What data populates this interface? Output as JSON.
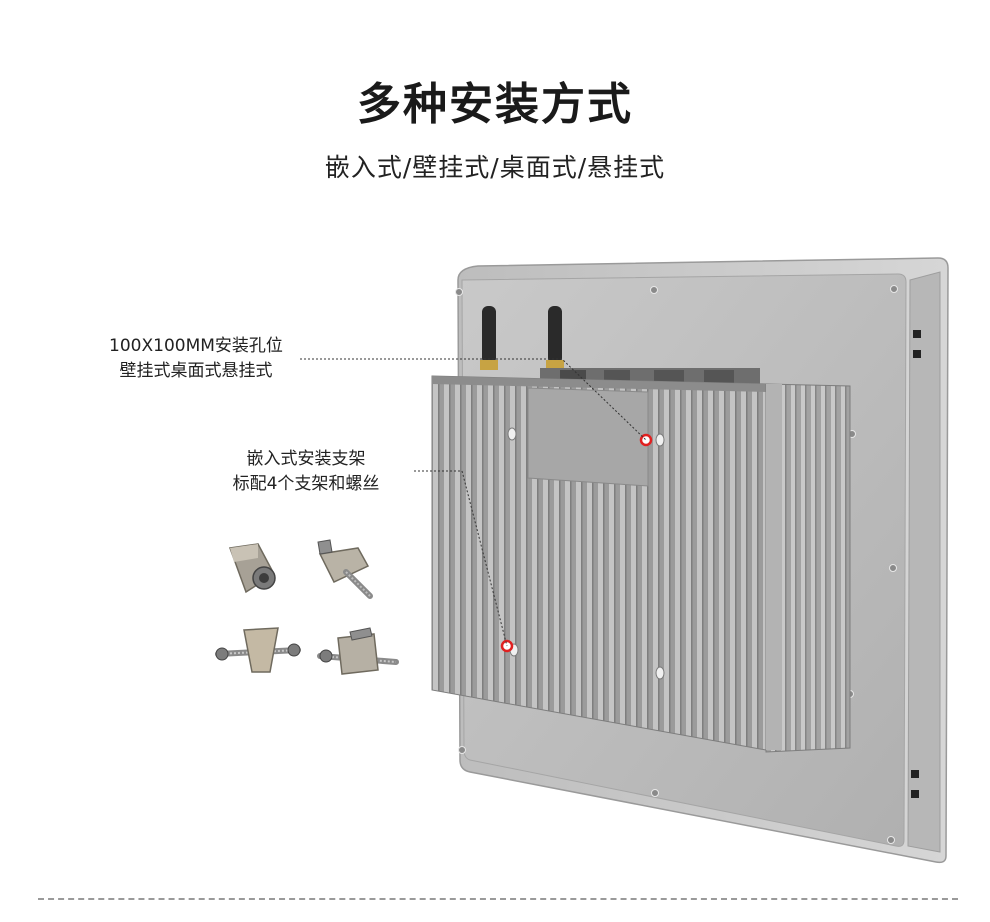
{
  "header": {
    "title": "多种安装方式",
    "subtitle": "嵌入式/壁挂式/桌面式/悬挂式"
  },
  "callouts": [
    {
      "line1": "100X100MM安装孔位",
      "line2": "壁挂式桌面式悬挂式"
    },
    {
      "line1": "嵌入式安装支架",
      "line2": "标配4个支架和螺丝"
    }
  ],
  "colors": {
    "panel": "#bcbcbc",
    "heatsink": "#a9a9a9",
    "accent_marker": "#e02020"
  }
}
